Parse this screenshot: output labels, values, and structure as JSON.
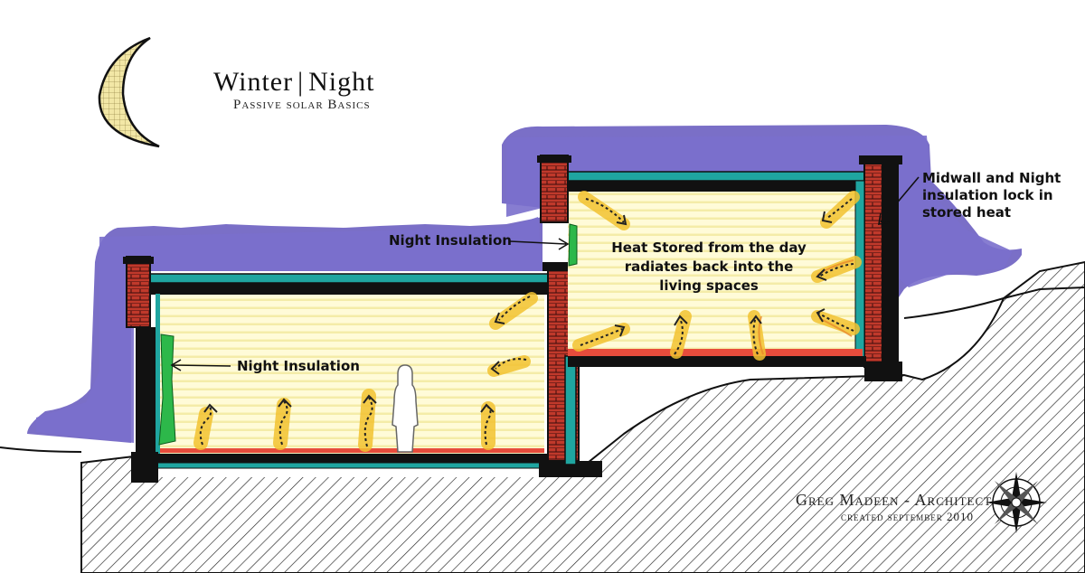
{
  "title": {
    "word1": "Winter",
    "separator": "|",
    "word2": "Night",
    "subtitle": "Passive solar Basics"
  },
  "labels": {
    "night_insulation_upper": "Night Insulation",
    "night_insulation_lower": "Night Insulation",
    "midwall_line1": "Midwall and Night",
    "midwall_line2": "insulation lock in",
    "midwall_line3": "stored heat",
    "heat_line1": "Heat Stored from the day",
    "heat_line2": "radiates back into the",
    "heat_line3": "living spaces"
  },
  "credit": {
    "name": "Greg Madeen - Architect",
    "date": "created september 2010"
  },
  "colors": {
    "sky": "#6f63c2",
    "interior": "#fffbd8",
    "brick": "#c0392b",
    "insulation": "#1fa5a0",
    "structure": "#111111",
    "heat_highlight": "#f2c230",
    "heat_highlight_alt": "#e8892a",
    "curtain": "#2db84a",
    "moon": "#f2e7a6",
    "floor_tint": "#e74c3c"
  },
  "icons": {
    "moon": "crescent-moon-icon",
    "compass": "compass-rose-icon",
    "person": "person-silhouette-icon"
  }
}
